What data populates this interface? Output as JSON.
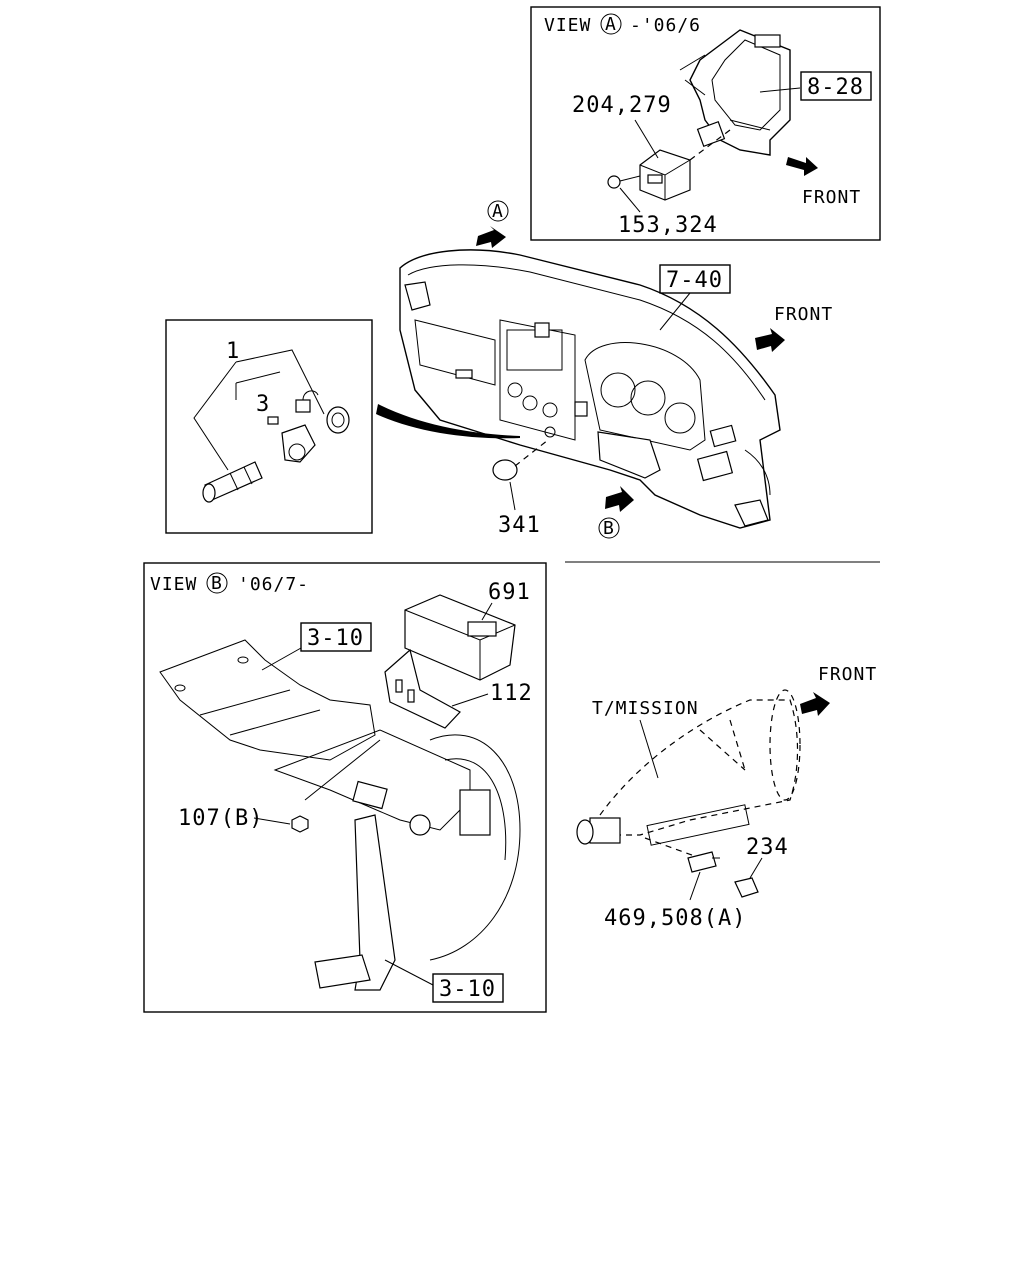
{
  "view_a": {
    "header_view": "VIEW",
    "header_letter": "A",
    "header_date": "-'06/6",
    "ref_box": "8-28",
    "part_upper": "204,279",
    "part_lower": "153,324",
    "front": "FRONT"
  },
  "main": {
    "marker_a": "A",
    "marker_b": "B",
    "ref_box": "7-40",
    "front": "FRONT",
    "part_plug": "341"
  },
  "inset": {
    "part_1": "1",
    "part_3": "3"
  },
  "view_b": {
    "header_view": "VIEW",
    "header_letter": "B",
    "header_date": "'06/7-",
    "ref_box_upper": "3-10",
    "ref_box_lower": "3-10",
    "part_module": "691",
    "part_bracket": "112",
    "part_nut": "107(B)"
  },
  "transmission": {
    "label": "T/MISSION",
    "front": "FRONT",
    "part_switch": "234",
    "part_harness": "469,508(A)"
  }
}
